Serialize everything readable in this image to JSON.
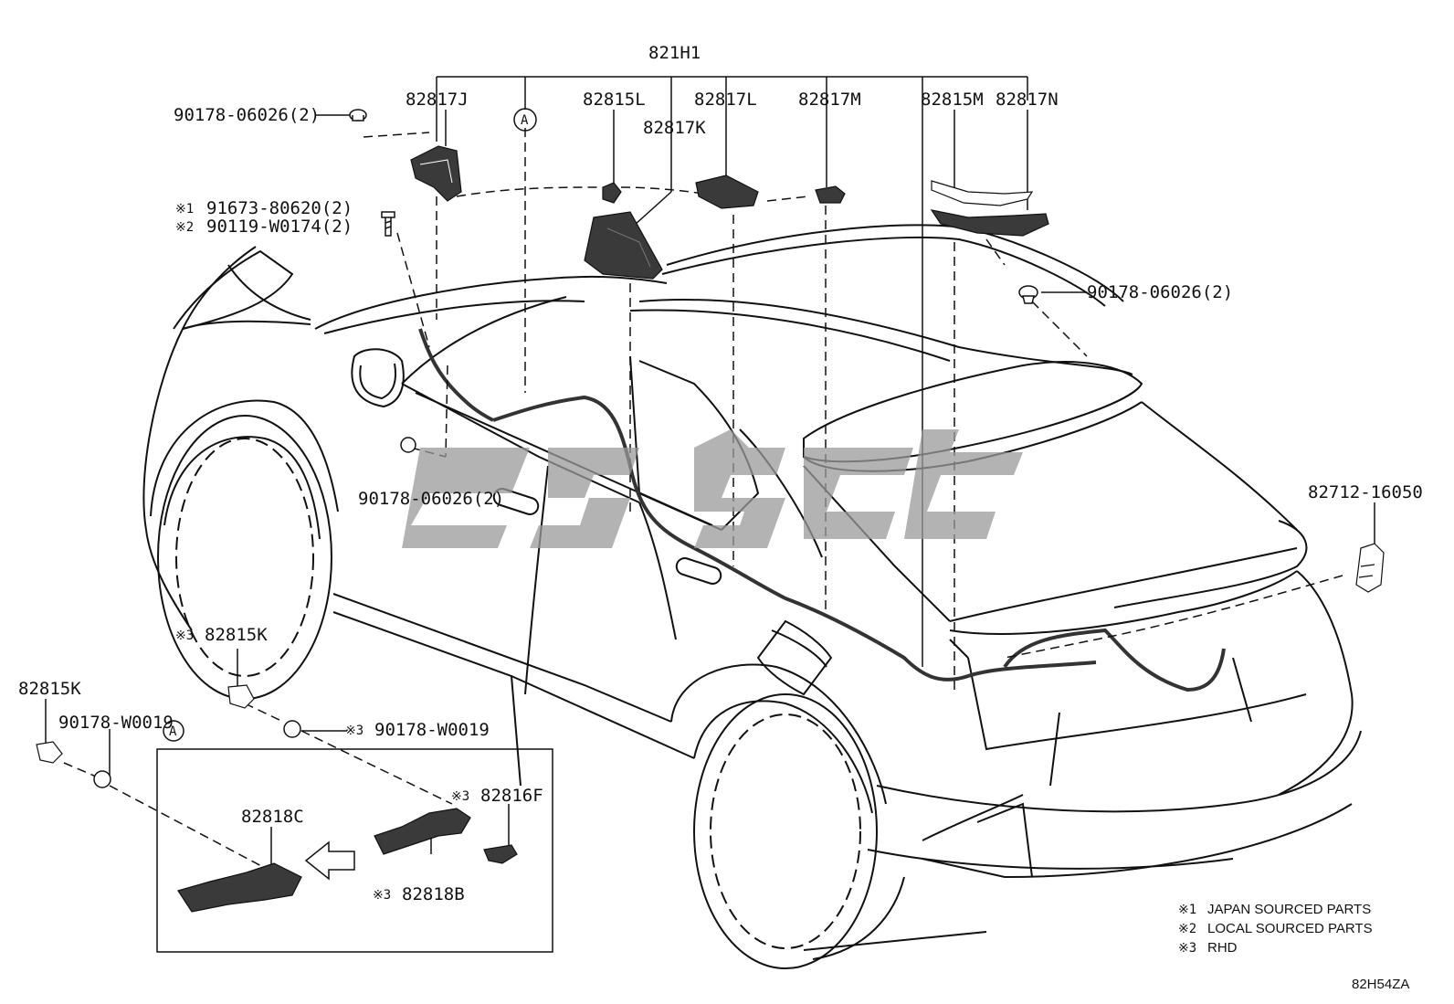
{
  "diagram": {
    "group_label": "821H1",
    "callout_letter": "A",
    "parts": {
      "p82817J": "82817J",
      "p82815L": "82815L",
      "p82817K": "82817K",
      "p82817L": "82817L",
      "p82817M": "82817M",
      "p82815M": "82815M",
      "p82817N": "82817N",
      "clip_top_left": "90178-06026(2)",
      "bolt_jp_mark": "※1",
      "bolt_jp": "91673-80620(2)",
      "bolt_local_mark": "※2",
      "bolt_local": "90119-W0174(2)",
      "clip_right": "90178-06026(2)",
      "clip_mid": "90178-06026(2)",
      "p82712": "82712-16050",
      "p82815K_rhd_mark": "※3",
      "p82815K_rhd": "82815K",
      "p82815K": "82815K",
      "clip_w0019": "90178-W0019",
      "clip_w0019_rhd_mark": "※3",
      "clip_w0019_rhd": "90178-W0019",
      "p82818C": "82818C",
      "p82816F_mark": "※3",
      "p82816F": "82816F",
      "p82818B_mark": "※3",
      "p82818B": "82818B"
    },
    "legend": [
      {
        "mark": "※1",
        "text": "JAPAN SOURCED PARTS"
      },
      {
        "mark": "※2",
        "text": "LOCAL SOURCED PARTS"
      },
      {
        "mark": "※3",
        "text": "RHD"
      }
    ],
    "figure_code": "82H54ZA",
    "colors": {
      "line": "#111111",
      "part_fill": "#3a3a3a",
      "watermark": "#9a9a9a"
    }
  }
}
